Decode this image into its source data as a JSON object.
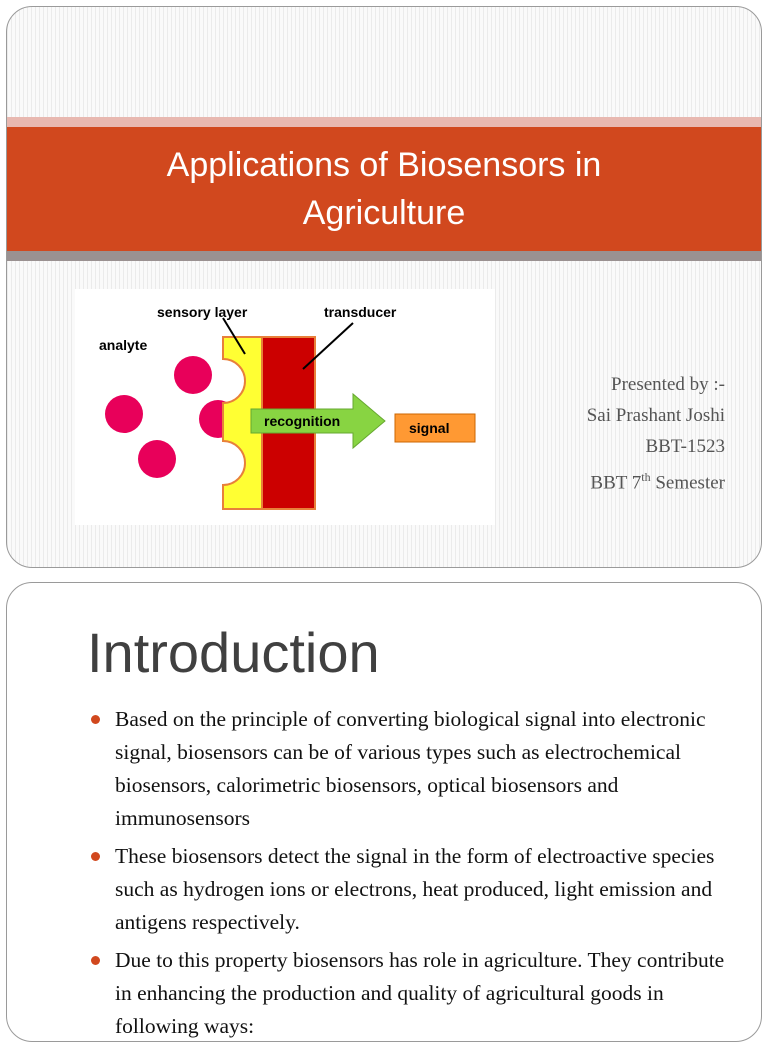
{
  "slide1": {
    "title": "Applications of Biosensors in Agriculture",
    "diagram": {
      "labels": {
        "sensory_layer": "sensory layer",
        "transducer": "transducer",
        "analyte": "analyte",
        "recognition": "recognition",
        "signal": "signal"
      },
      "colors": {
        "analyte": "#e8005a",
        "sensory_layer": "#ffff33",
        "transducer": "#cc0000",
        "recognition_arrow": "#88d442",
        "signal_box": "#ff9933"
      }
    },
    "presenter": {
      "line1": "Presented by :-",
      "line2": "Sai Prashant Joshi",
      "line3": "BBT-1523",
      "line4_prefix": "BBT 7",
      "line4_sup": "th",
      "line4_suffix": " Semester"
    }
  },
  "slide2": {
    "title": "Introduction",
    "bullets": [
      "Based on the principle of converting biological signal into electronic signal, biosensors can be of various types such as electrochemical biosensors, calorimetric biosensors, optical biosensors and immunosensors",
      "These biosensors detect the signal in the form of electroactive species such as hydrogen ions or electrons, heat produced, light emission and antigens respectively.",
      "Due to this property biosensors has role in agriculture. They contribute in enhancing the production and quality of agricultural goods in following ways:"
    ]
  },
  "theme": {
    "accent": "#d1481e",
    "band_light": "#e8b8b0",
    "band_dark": "#9a9191"
  }
}
